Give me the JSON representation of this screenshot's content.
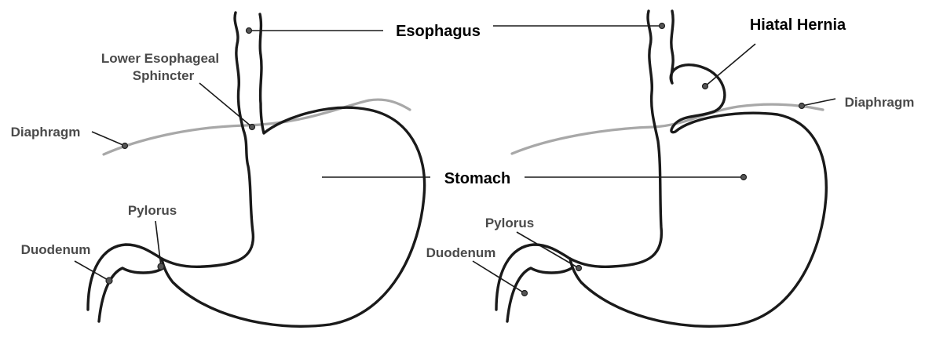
{
  "labels": {
    "esophagus": "Esophagus",
    "stomach": "Stomach",
    "hiatal_hernia": "Hiatal Hernia",
    "les_line1": "Lower Esophageal",
    "les_line2": "Sphincter",
    "diaphragm_left": "Diaphragm",
    "diaphragm_right": "Diaphragm",
    "pylorus_left": "Pylorus",
    "pylorus_right": "Pylorus",
    "duodenum_left": "Duodenum",
    "duodenum_right": "Duodenum"
  },
  "colors": {
    "outline": "#1a1a1a",
    "diaphragm": "#a8a8a8",
    "label_gray": "#4a4a4a",
    "label_black": "#000000"
  }
}
